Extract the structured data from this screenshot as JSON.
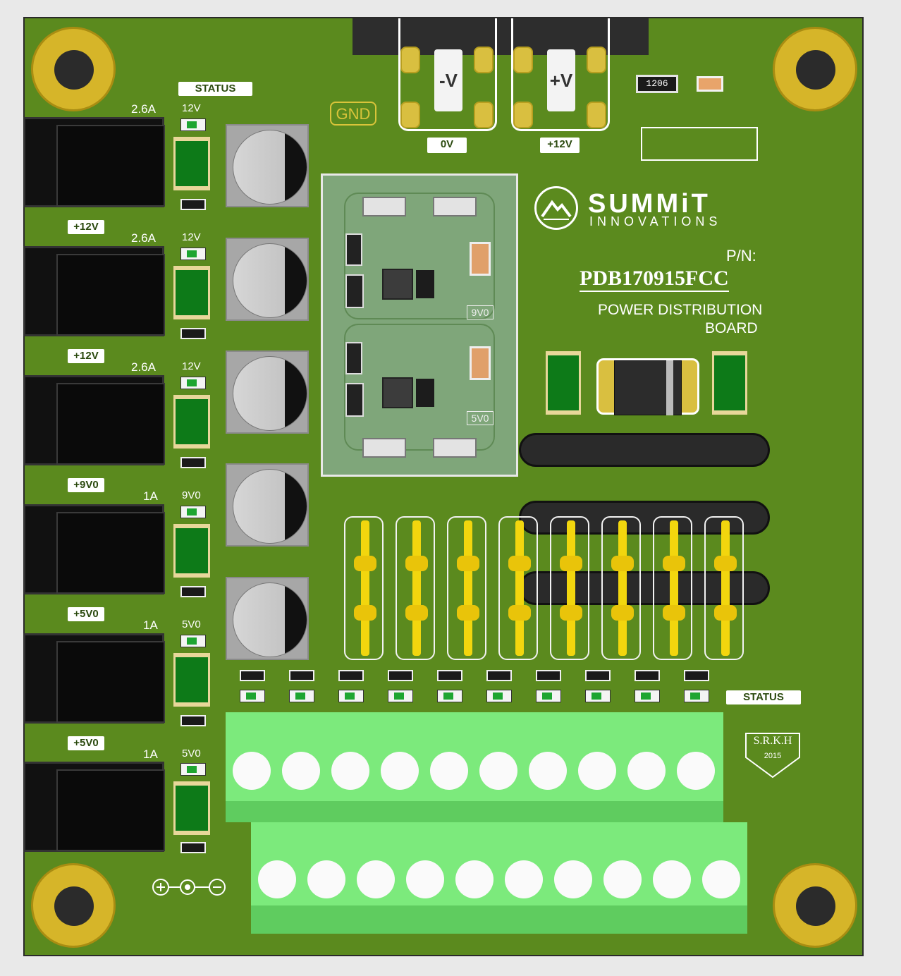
{
  "board": {
    "status_label_top": "STATUS",
    "status_label_bottom": "STATUS",
    "gnd_label": "GND",
    "zero_v_label": "0V",
    "plus12_label": "+12V",
    "neg_terminal": "-V",
    "pos_terminal": "+V",
    "resistor_code": "1206"
  },
  "outputs": [
    {
      "current": "2.6A",
      "led_label": "12V",
      "rail": "+12V"
    },
    {
      "current": "2.6A",
      "led_label": "12V",
      "rail": "+12V"
    },
    {
      "current": "2.6A",
      "led_label": "12V",
      "rail": "+9V0"
    },
    {
      "current": "1A",
      "led_label": "9V0",
      "rail": "+5V0"
    },
    {
      "current": "1A",
      "led_label": "5V0",
      "rail": "+5V0"
    },
    {
      "current": "1A",
      "led_label": "5V0",
      "rail": ""
    }
  ],
  "regulators": {
    "upper": "9V0",
    "lower": "5V0"
  },
  "branding": {
    "company_line1": "SUMMiT",
    "company_line2": "INNOVATIONS",
    "pn_label": "P/N:",
    "part_number": "PDB170915FCC",
    "description_line1": "POWER DISTRIBUTION",
    "description_line2": "BOARD",
    "badge_initials": "S.R.K.H",
    "badge_year": "2015"
  },
  "colors": {
    "pcb": "#5b8a1e",
    "silk": "#ffffff",
    "gold": "#d6b529",
    "terminal": "#7cea7c"
  }
}
